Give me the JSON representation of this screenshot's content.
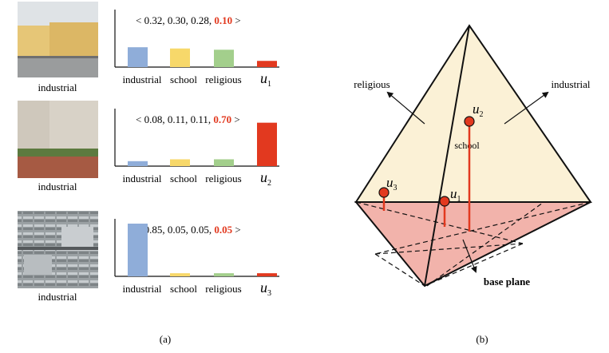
{
  "panels": [
    {
      "image_label": "industrial",
      "image_kind": "wall-street-photo",
      "probs": [
        "0.32",
        "0.30",
        "0.28",
        "0.10"
      ],
      "values": [
        0.32,
        0.3,
        0.28,
        0.1
      ],
      "highlight_index": 3,
      "u_symbol": "u",
      "u_sub": "1"
    },
    {
      "image_label": "industrial",
      "image_kind": "interior-wall-photo",
      "probs": [
        "0.08",
        "0.11",
        "0.11",
        "0.70"
      ],
      "values": [
        0.08,
        0.11,
        0.11,
        0.7
      ],
      "highlight_index": 3,
      "u_symbol": "u",
      "u_sub": "2"
    },
    {
      "image_label": "industrial",
      "image_kind": "aerial-rooftops-photo",
      "probs": [
        "0.85",
        "0.05",
        "0.05",
        "0.05"
      ],
      "values": [
        0.85,
        0.05,
        0.05,
        0.05
      ],
      "highlight_index": 3,
      "u_symbol": "u",
      "u_sub": "3"
    }
  ],
  "categories": [
    "industrial",
    "school",
    "religious"
  ],
  "bar_colors": [
    "#8fadd9",
    "#f7d86a",
    "#a3cf8c",
    "#e2391f"
  ],
  "highlight_color": "#e2391f",
  "caption_a": "(a)",
  "caption_b": "(b)",
  "tetrahedron": {
    "label_religious": "religious",
    "label_industrial": "industrial",
    "label_school": "school",
    "label_base": "base plane",
    "upper_fill": "#fbf1d6",
    "base_fill": "#f2b3ab",
    "points": [
      {
        "symbol": "u",
        "sub": "2"
      },
      {
        "symbol": "u",
        "sub": "1"
      },
      {
        "symbol": "u",
        "sub": "3"
      }
    ]
  }
}
